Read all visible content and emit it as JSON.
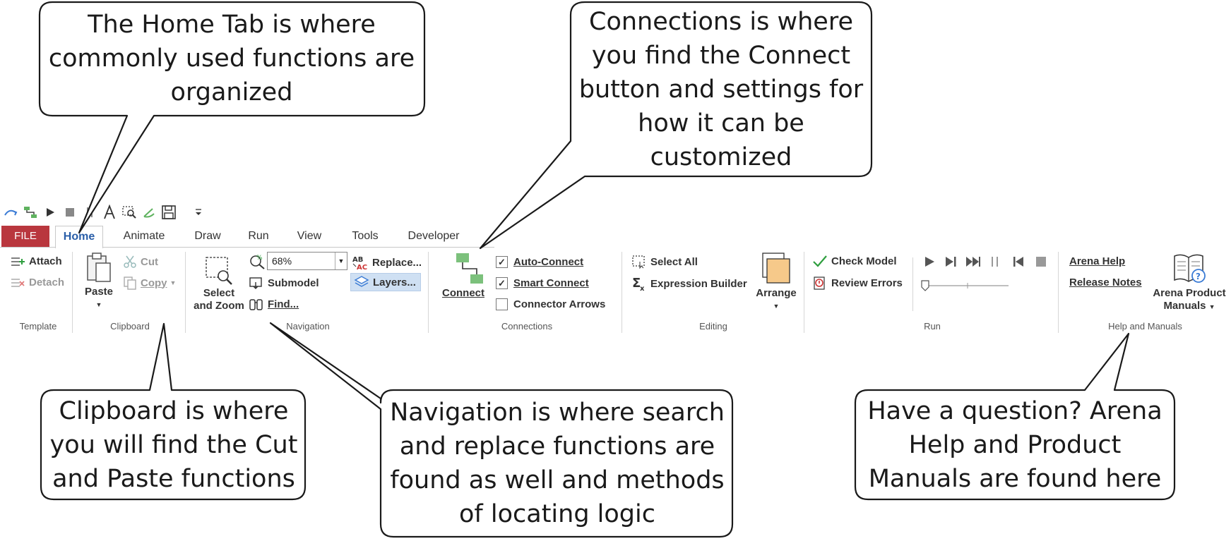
{
  "callouts": {
    "home": "The Home Tab is where commonly used functions are organized",
    "connections": "Connections is where you find the Connect button and settings for how it can be customized",
    "clipboard": "Clipboard is where you will find the Cut and Paste functions",
    "navigation": "Navigation is where search and replace functions are found as well and methods of locating logic",
    "help": "Have a question? Arena Help and Product Manuals are found here"
  },
  "tabs": {
    "file": "FILE",
    "home": "Home",
    "animate": "Animate",
    "draw": "Draw",
    "run": "Run",
    "view": "View",
    "tools": "Tools",
    "developer": "Developer"
  },
  "groups": {
    "template": "Template",
    "clipboard": "Clipboard",
    "navigation": "Navigation",
    "connections": "Connections",
    "editing": "Editing",
    "run": "Run",
    "help": "Help and Manuals"
  },
  "template": {
    "attach": "Attach",
    "detach": "Detach"
  },
  "clipboard": {
    "paste": "Paste",
    "cut": "Cut",
    "copy": "Copy"
  },
  "navigation": {
    "select_zoom_1": "Select",
    "select_zoom_2": "and Zoom",
    "zoom_value": "68%",
    "submodel": "Submodel",
    "find": "Find...",
    "replace": "Replace...",
    "layers": "Layers..."
  },
  "connections": {
    "connect": "Connect",
    "auto_connect": "Auto-Connect",
    "smart_connect": "Smart Connect",
    "connector_arrows": "Connector Arrows",
    "auto_connect_checked": true,
    "smart_connect_checked": true,
    "connector_arrows_checked": false
  },
  "editing": {
    "select_all": "Select All",
    "expression_builder": "Expression Builder",
    "arrange": "Arrange"
  },
  "run": {
    "check_model": "Check Model",
    "review_errors": "Review Errors"
  },
  "help": {
    "arena_help": "Arena Help",
    "release_notes": "Release Notes",
    "product_manuals_1": "Arena Product",
    "product_manuals_2": "Manuals"
  },
  "icons": {
    "qat": [
      "redo-icon",
      "connect-icon",
      "play-icon",
      "stop-icon",
      "pause-icon",
      "text-icon",
      "zoom-select-icon",
      "undo-icon",
      "save-icon",
      "customize-dropdown-icon"
    ]
  },
  "colors": {
    "file_tab": "#b9373e",
    "active_tab_text": "#2a5ea8",
    "connect_green": "#7cc17c",
    "arrange_orange": "#f6c98a"
  }
}
